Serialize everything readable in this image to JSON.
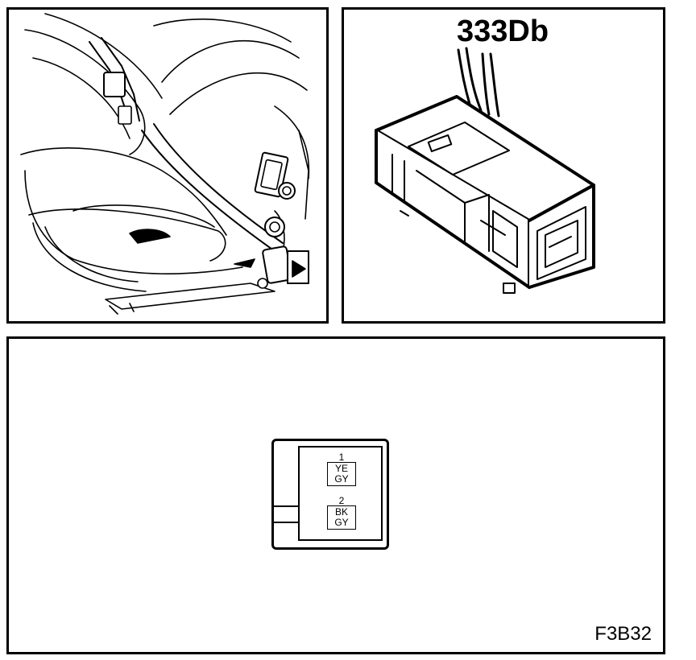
{
  "connector_label": "333Db",
  "figure_code": "F3B32",
  "pins": [
    {
      "number": "1",
      "color_top": "YE",
      "color_bottom": "GY"
    },
    {
      "number": "2",
      "color_top": "BK",
      "color_bottom": "GY"
    }
  ]
}
